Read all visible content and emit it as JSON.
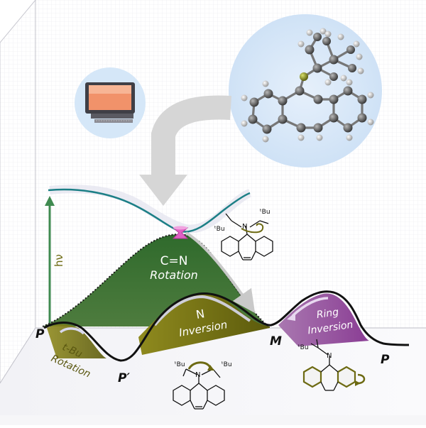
{
  "labels": {
    "hv": "hν",
    "cn_rotation_line1": "C=N",
    "cn_rotation_line2": "Rotation",
    "n_inversion_line1": "N",
    "n_inversion_line2": "Inversion",
    "ring_inversion_line1": "Ring",
    "ring_inversion_line2": "Inversion",
    "tbu_rotation_line1": "t-Bu",
    "tbu_rotation_line2": "Rotation",
    "point_p_left": "P",
    "point_p_prime": "P′",
    "point_m": "M",
    "point_p_right": "P"
  },
  "molecule_labels": {
    "tbu_a": "ᵗBu",
    "tbu_b": "ᵗBu",
    "n_a": "N",
    "tbu_c": "ᵗBu",
    "tbu_d": "ᵗBu",
    "n_b": "N",
    "tbu_e": "ᵗBu",
    "n_c": "N"
  },
  "icons": {
    "computer": "computer-monitor-icon",
    "molecule_3d": "ball-and-stick-molecule",
    "conical_intersection": "funnel-icon"
  },
  "colors": {
    "green_fill": "#3b6a34",
    "olive_fill": "#6d6a12",
    "purple_fill": "#9c4d9e",
    "teal_curve": "#1c7f86",
    "hv_arrow": "#3f8a50",
    "pink_marker": "#e05fc5",
    "gray_arrow": "#d4d4d4",
    "bubble": "#d8e8f8"
  }
}
